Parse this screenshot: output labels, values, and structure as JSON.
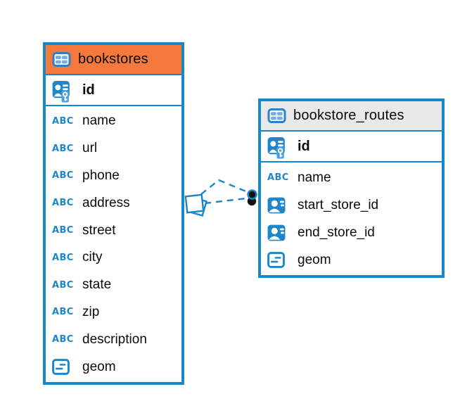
{
  "diagram": {
    "kind": "entity-relationship-diagram",
    "background": "#FFFFFF"
  },
  "colors": {
    "accent_blue": "#1787C8",
    "icon_blue": "#1F86C9",
    "bookstores_header": "#F5793D",
    "routes_header": "#E9E9E9",
    "text": "#0B0B0B",
    "marker_dot": "#111111"
  },
  "icons": {
    "table": "table-grid-icon",
    "primary_key": "person-key-icon",
    "foreign_key": "person-card-icon",
    "geometry": "box-lines-icon",
    "text_type_glyph": "ABC"
  },
  "tables": [
    {
      "title": "bookstores",
      "header_color": "#F5793D",
      "columns": [
        {
          "name": "id",
          "type": "primary-key"
        },
        {
          "name": "name",
          "type": "text"
        },
        {
          "name": "url",
          "type": "text"
        },
        {
          "name": "phone",
          "type": "text"
        },
        {
          "name": "address",
          "type": "text"
        },
        {
          "name": "street",
          "type": "text"
        },
        {
          "name": "city",
          "type": "text"
        },
        {
          "name": "state",
          "type": "text"
        },
        {
          "name": "zip",
          "type": "text"
        },
        {
          "name": "description",
          "type": "text"
        },
        {
          "name": "geom",
          "type": "geometry"
        }
      ]
    },
    {
      "title": "bookstore_routes",
      "header_color": "#E9E9E9",
      "columns": [
        {
          "name": "id",
          "type": "primary-key"
        },
        {
          "name": "name",
          "type": "text"
        },
        {
          "name": "start_store_id",
          "type": "foreign-key"
        },
        {
          "name": "end_store_id",
          "type": "foreign-key"
        },
        {
          "name": "geom",
          "type": "geometry"
        }
      ]
    }
  ],
  "relationships": [
    {
      "from_table": "bookstores",
      "to_table": "bookstore_routes",
      "line_style": "dashed",
      "source_marker": "stacked-diamond",
      "target_marker": "filled-dot"
    },
    {
      "from_table": "bookstores",
      "to_table": "bookstore_routes",
      "line_style": "dashed",
      "source_marker": "stacked-diamond",
      "target_marker": "filled-dot"
    }
  ]
}
